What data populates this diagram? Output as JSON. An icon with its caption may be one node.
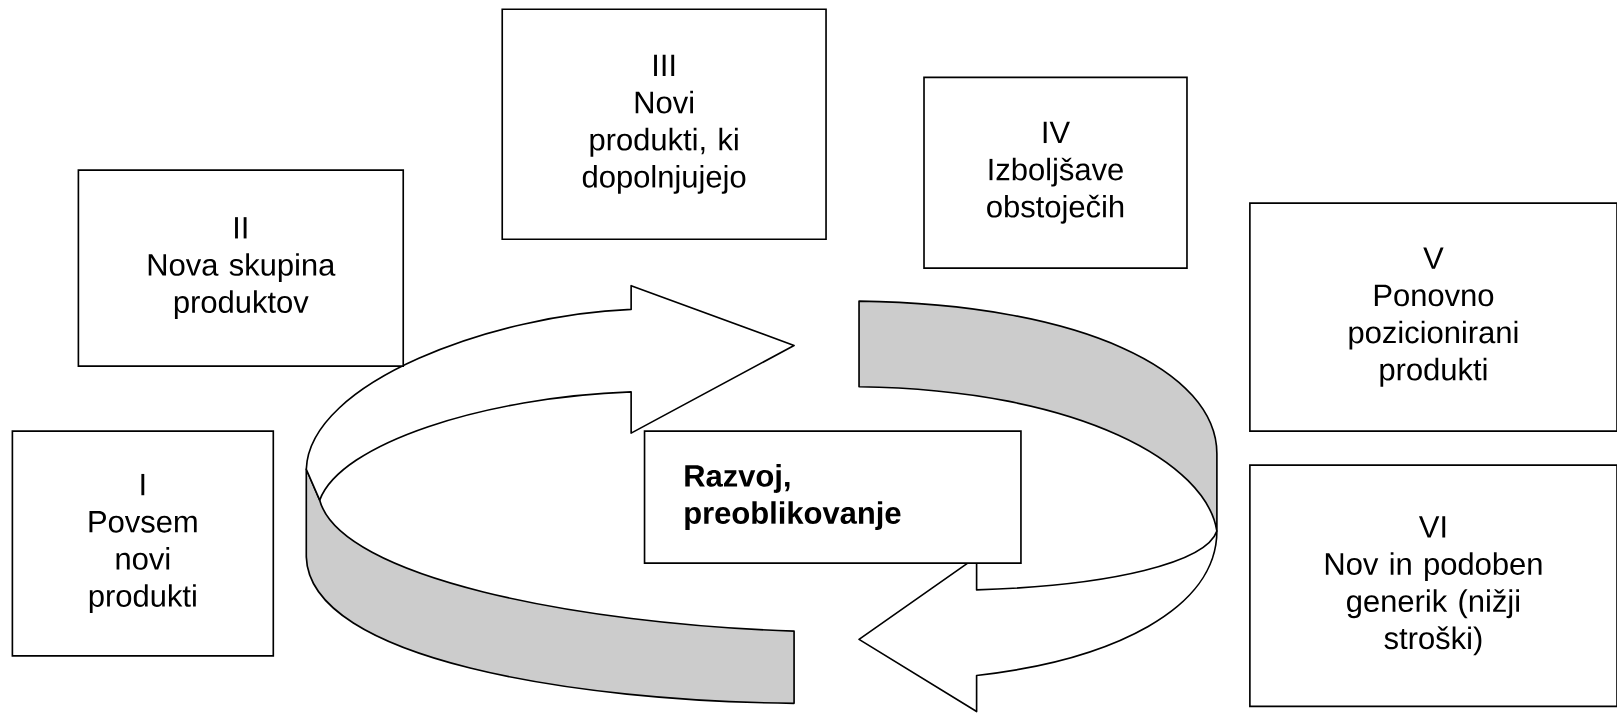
{
  "diagram": {
    "nodes": [
      {
        "text": [
          "I",
          "Povsem novi produkti"
        ]
      },
      {
        "text": [
          "II",
          "Nova skupina produktov"
        ]
      },
      {
        "text": [
          "III",
          "Novi produkti, ki dopolnjujejo"
        ]
      },
      {
        "text": [
          "IV",
          "Izboljšave obstoječih"
        ]
      },
      {
        "text": [
          "V",
          "Ponovno pozicionirani produkti"
        ]
      },
      {
        "text": [
          "VI",
          "Nov in podoben generik (nižji stroški)"
        ]
      },
      {
        "text": [
          "Razvoj, preoblikovanje"
        ]
      }
    ]
  }
}
